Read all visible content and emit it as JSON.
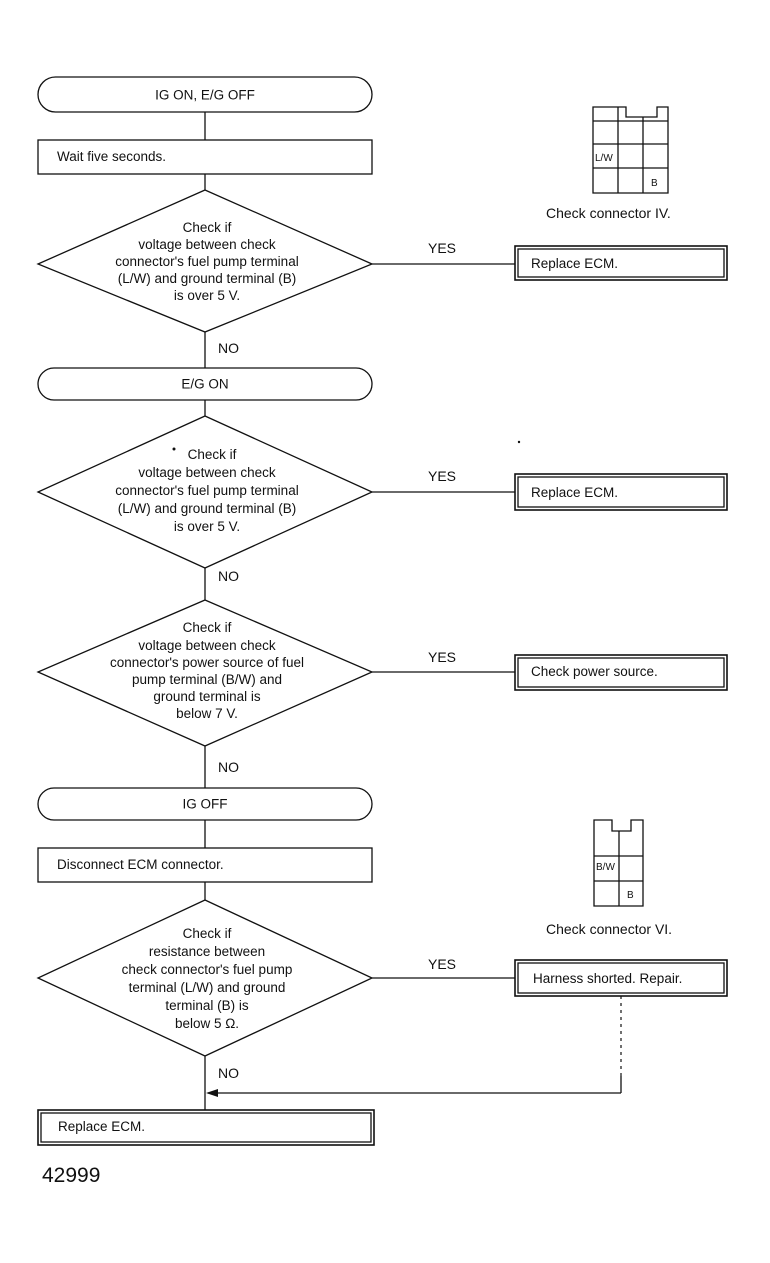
{
  "flowchart": {
    "start1": "IG ON, E/G OFF",
    "step_wait": "Wait five seconds.",
    "decision1": [
      "Check if",
      "voltage between check",
      "connector's fuel pump terminal",
      "(L/W) and ground terminal (B)",
      "is over 5 V."
    ],
    "start2": "E/G ON",
    "decision2": [
      "Check if",
      "voltage between check",
      "connector's fuel pump terminal",
      "(L/W) and ground terminal (B)",
      "is over 5 V."
    ],
    "decision3": [
      "Check if",
      "voltage between check",
      "connector's power source of fuel",
      "pump terminal (B/W) and",
      "ground terminal is",
      "below 7 V."
    ],
    "start3": "IG OFF",
    "step_disconnect": "Disconnect ECM connector.",
    "decision4": [
      "Check if",
      "resistance between",
      "check connector's fuel pump",
      "terminal (L/W) and ground",
      "terminal (B) is",
      "below 5 Ω."
    ],
    "result1": "Replace ECM.",
    "result2": "Replace ECM.",
    "result3": "Check power source.",
    "result4": "Harness shorted.  Repair.",
    "final": "Replace ECM.",
    "yes": "YES",
    "no": "NO"
  },
  "connectors": {
    "c1": {
      "caption": "Check connector IV.",
      "pin_lw": "L/W",
      "pin_b": "B"
    },
    "c2": {
      "caption": "Check connector VI.",
      "pin_bw": "B/W",
      "pin_b": "B"
    }
  },
  "figure_number": "42999"
}
